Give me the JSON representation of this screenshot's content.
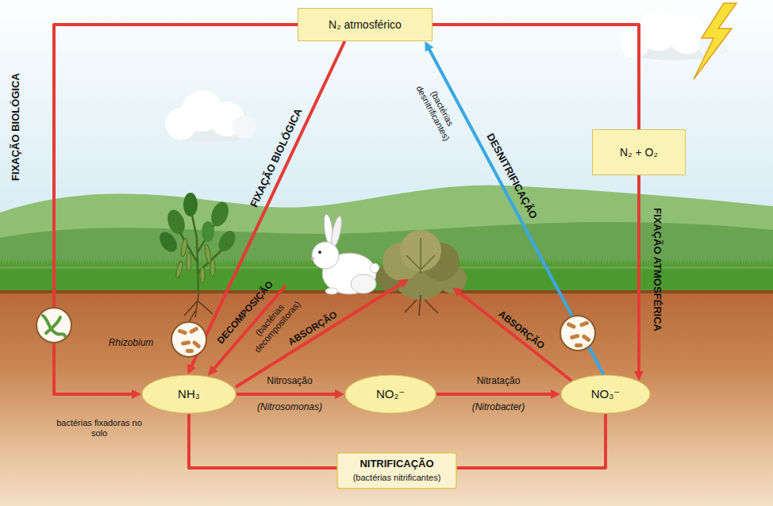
{
  "diagram": {
    "nodes": [
      {
        "text": [
          "N₂ atmosférico"
        ]
      },
      {
        "text": [
          "N₂ + O₂"
        ]
      },
      {
        "text": [
          "NH₃"
        ]
      },
      {
        "text": [
          "NO₂⁻"
        ]
      },
      {
        "text": [
          "NO₃⁻"
        ]
      }
    ],
    "edges": [
      {
        "from": 0,
        "to": 2,
        "arrow": "to",
        "label": "FIXAÇÃO BIOLÓGICA"
      },
      {
        "from": 0,
        "to": 2,
        "arrow": "to",
        "label": "FIXAÇÃO BIOLÓGICA"
      },
      {
        "from": 0,
        "to": 1,
        "arrow": "none"
      },
      {
        "from": 1,
        "to": 4,
        "arrow": "to",
        "label": "FIXAÇÃO ATMOSFÉRICA"
      },
      {
        "from": 4,
        "to": 0,
        "arrow": "to",
        "label": "DESNITRIFICAÇÃO"
      },
      {
        "from": 2,
        "to": 3,
        "arrow": "to",
        "label": "Nitrosação"
      },
      {
        "from": 3,
        "to": 4,
        "arrow": "to",
        "label": "Nitratação"
      },
      {
        "from": 2,
        "to": 4,
        "arrow": "none",
        "label": "NITRIFICAÇÃO"
      }
    ],
    "labels": [
      "Rhizobium",
      "DECOMPOSIÇÃO",
      "(bactérias decompositoras)",
      "ABSORÇÃO",
      "ABSORÇÃO",
      "(bactérias desnitrificantes)",
      "bactérias fixadoras no solo",
      "(Nitrosomonas)",
      "(Nitrobacter)",
      "(bactérias nitrificantes)"
    ]
  }
}
